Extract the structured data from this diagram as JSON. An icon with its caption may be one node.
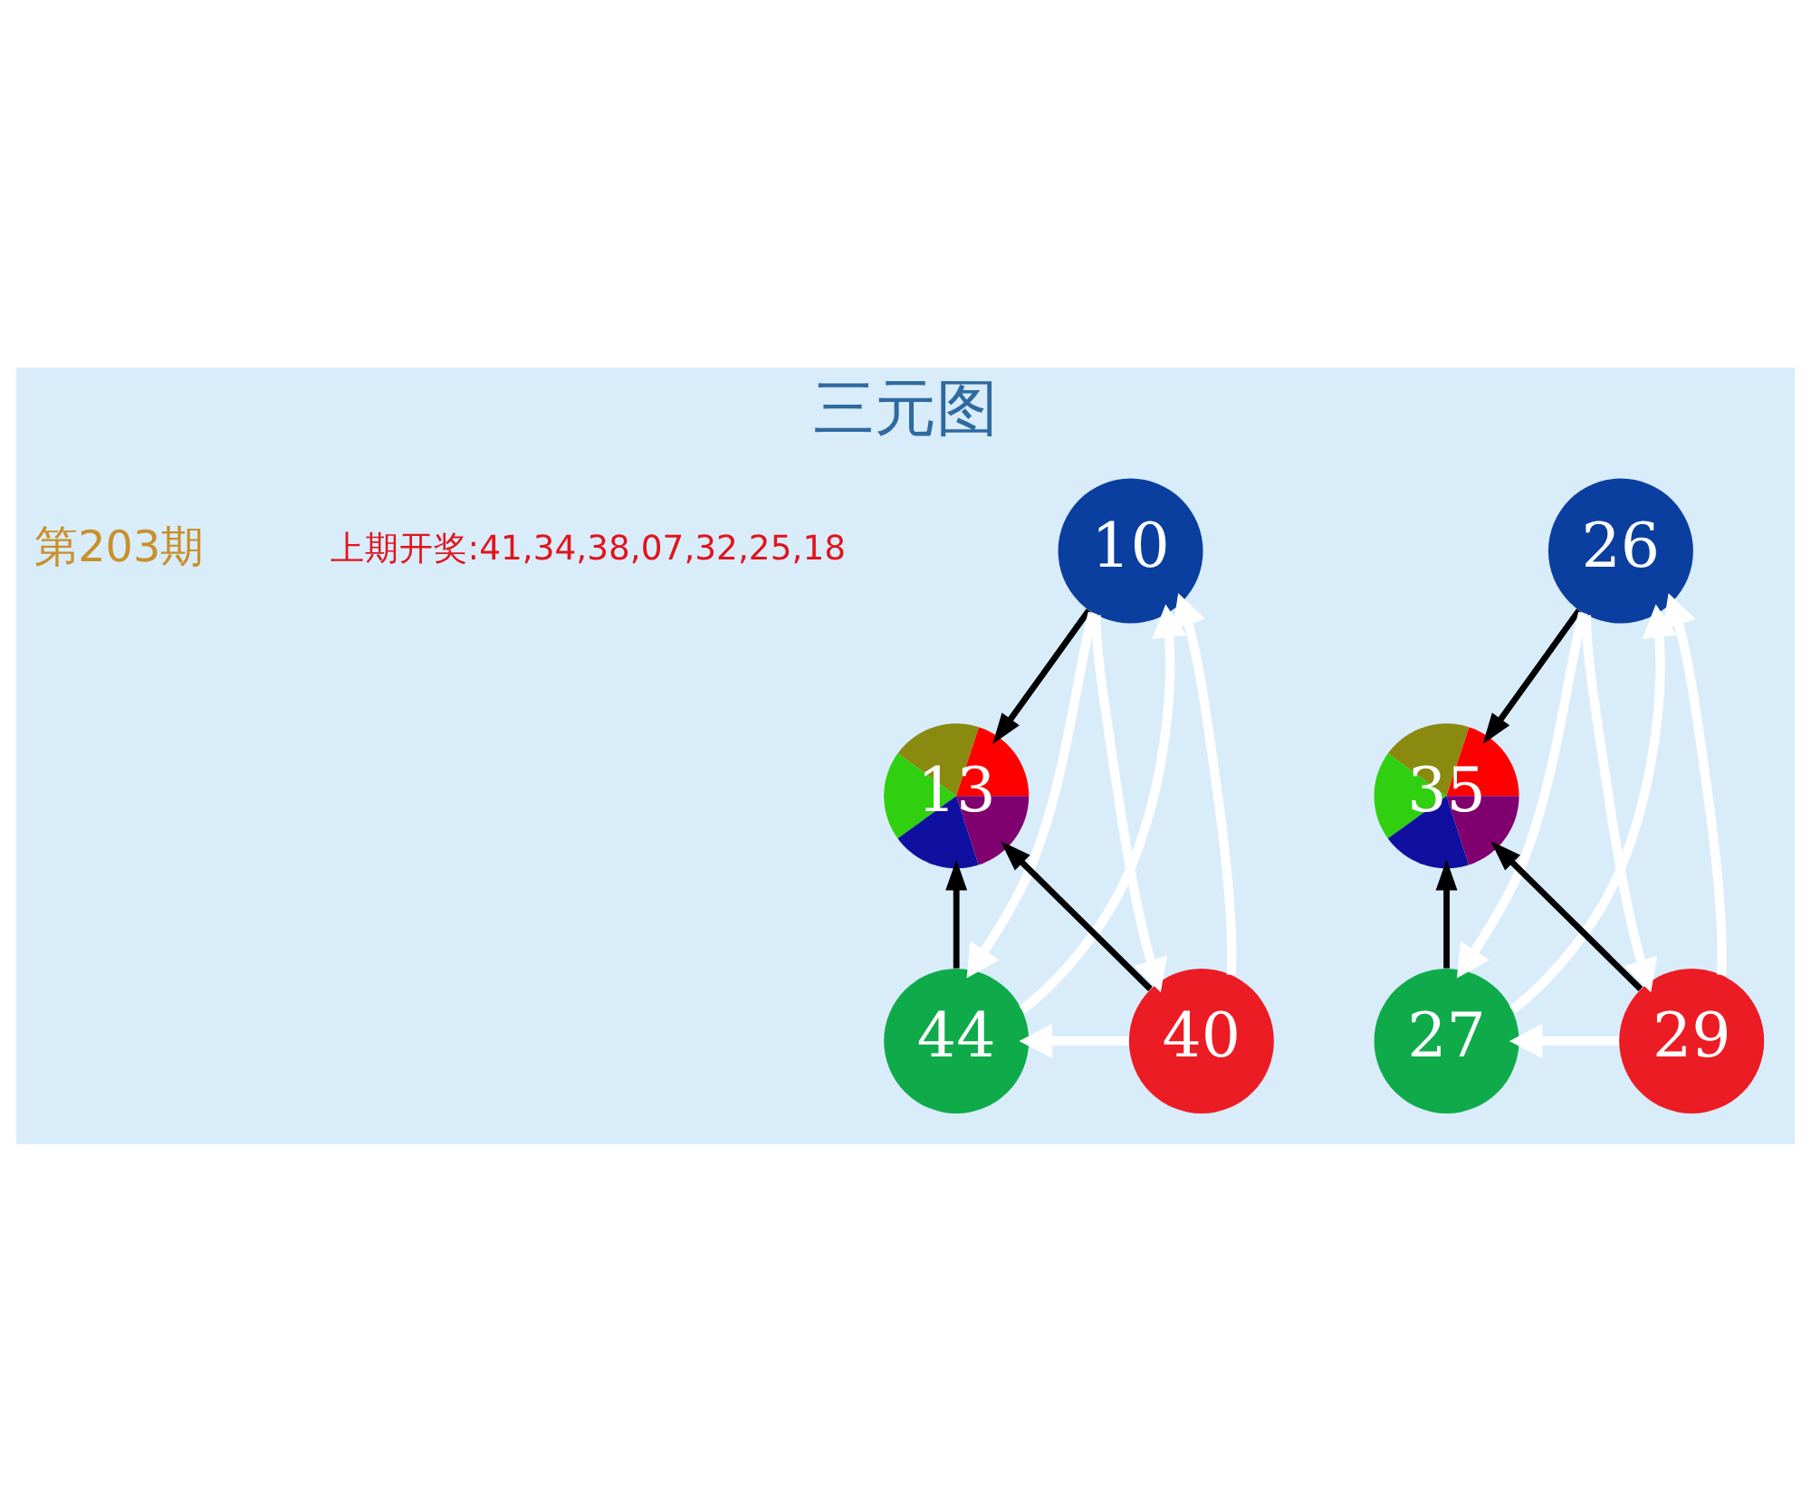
{
  "diagram": {
    "title": "三元图",
    "nodes": [
      {
        "text": [
          "10"
        ]
      },
      {
        "text": [
          "13"
        ]
      },
      {
        "text": [
          "44"
        ]
      },
      {
        "text": [
          "40"
        ]
      },
      {
        "text": [
          "26"
        ]
      },
      {
        "text": [
          "35"
        ]
      },
      {
        "text": [
          "27"
        ]
      },
      {
        "text": [
          "29"
        ]
      }
    ],
    "edges": [
      {
        "from": 0,
        "to": 1,
        "arrow": "to",
        "color": "#000000"
      },
      {
        "from": 2,
        "to": 1,
        "arrow": "to",
        "color": "#000000"
      },
      {
        "from": 3,
        "to": 1,
        "arrow": "to",
        "color": "#000000"
      },
      {
        "from": 0,
        "to": 2,
        "arrow": "to"
      },
      {
        "from": 2,
        "to": 0,
        "arrow": "to"
      },
      {
        "from": 0,
        "to": 3,
        "arrow": "to"
      },
      {
        "from": 3,
        "to": 0,
        "arrow": "to"
      },
      {
        "from": 3,
        "to": 2,
        "arrow": "to"
      },
      {
        "from": 4,
        "to": 5,
        "arrow": "to",
        "color": "#000000"
      },
      {
        "from": 6,
        "to": 5,
        "arrow": "to",
        "color": "#000000"
      },
      {
        "from": 7,
        "to": 5,
        "arrow": "to",
        "color": "#000000"
      },
      {
        "from": 4,
        "to": 6,
        "arrow": "to"
      },
      {
        "from": 6,
        "to": 4,
        "arrow": "to"
      },
      {
        "from": 4,
        "to": 7,
        "arrow": "to"
      },
      {
        "from": 7,
        "to": 4,
        "arrow": "to"
      },
      {
        "from": 7,
        "to": 6,
        "arrow": "to"
      }
    ],
    "labels": [
      "第203期",
      "上期开奖:41,34,38,07,32,25,18"
    ]
  }
}
